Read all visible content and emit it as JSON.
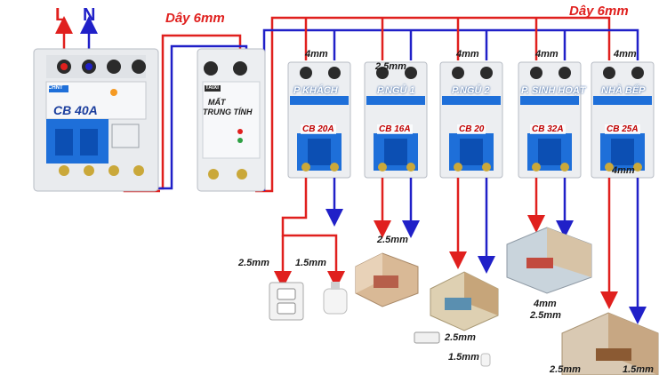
{
  "wire_main_top": "Dây 6mm",
  "wire_main_right": "Dây 6mm",
  "phase_label": "L",
  "neutral_label": "N",
  "main_breaker": {
    "brand": "CHNT",
    "label": "CB 40A"
  },
  "protector": {
    "brand": "TAIXI",
    "label_line1": "MẤT",
    "label_line2": "TRUNG TÍNH"
  },
  "branches": [
    {
      "room": "P KHÁCH",
      "breaker": "CB 20A",
      "feed_wire": "4mm"
    },
    {
      "room": "P.NGỦ 1",
      "breaker": "CB 16A",
      "feed_wire": "2.5mm"
    },
    {
      "room": "P.NGỦ 2",
      "breaker": "CB 20",
      "feed_wire": "4mm"
    },
    {
      "room": "P. SINH HOẠT",
      "breaker": "CB 32A",
      "feed_wire": "4mm"
    },
    {
      "room": "NHÀ BẾP",
      "breaker": "CB 25A",
      "feed_wire": "4mm"
    }
  ],
  "load_wires": {
    "khach_socket": "2.5mm",
    "khach_light": "1.5mm",
    "ngu1": "2.5mm",
    "bep_out": "4mm",
    "sinhhoat_pair_a": "4mm",
    "sinhhoat_pair_b": "2.5mm",
    "ngu2_socket": "2.5mm",
    "ngu2_light": "1.5mm",
    "bep_socket": "2.5mm",
    "bep_light": "1.5mm"
  },
  "colors": {
    "phase": "#e0201e",
    "neutral": "#2020c8",
    "breaker_blue": "#1e6fd9"
  }
}
